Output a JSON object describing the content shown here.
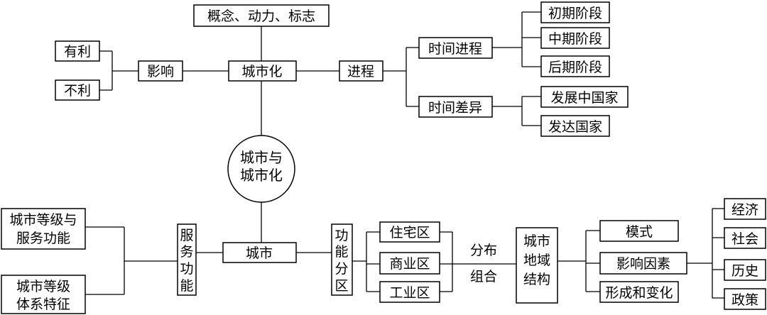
{
  "center": {
    "line1": "城市与",
    "line2": "城市化"
  },
  "top": {
    "title": "概念、动力、标志",
    "main": "城市化",
    "influence": {
      "label": "影响",
      "good": "有利",
      "bad": "不利"
    },
    "process": {
      "label": "进程",
      "time_process": {
        "label": "时间进程",
        "stages": [
          "初期阶段",
          "中期阶段",
          "后期阶段"
        ]
      },
      "time_diff": {
        "label": "时间差异",
        "items": [
          "发展中国家",
          "发达国家"
        ]
      }
    }
  },
  "bottom": {
    "main": "城市",
    "service": {
      "label_chars": [
        "服",
        "务",
        "功",
        "能"
      ],
      "level_function": {
        "line1": "城市等级与",
        "line2": "服务功能"
      },
      "level_system": {
        "line1": "城市等级",
        "line2": "体系特征"
      }
    },
    "functional_zone": {
      "label_chars": [
        "功",
        "能",
        "分",
        "区"
      ],
      "zones": [
        "住宅区",
        "商业区",
        "工业区"
      ],
      "link_top": "分布",
      "link_bottom": "组合"
    },
    "structure": {
      "label_lines": [
        "城市",
        "地域",
        "结构"
      ],
      "items": [
        "模式",
        "影响因素",
        "形成和变化"
      ],
      "factors": [
        "经济",
        "社会",
        "历史",
        "政策"
      ]
    }
  }
}
